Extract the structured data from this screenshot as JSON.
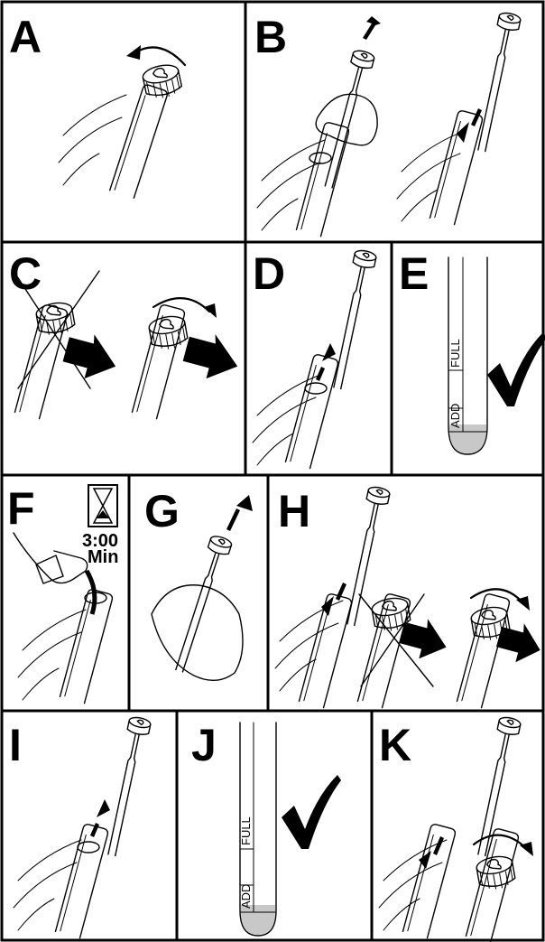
{
  "panels": {
    "a": {
      "letter": "A"
    },
    "b": {
      "letter": "B"
    },
    "c": {
      "letter": "C"
    },
    "d": {
      "letter": "D"
    },
    "e": {
      "letter": "E"
    },
    "f": {
      "letter": "F",
      "time": "3:00",
      "unit": "Min"
    },
    "g": {
      "letter": "G"
    },
    "h": {
      "letter": "H"
    },
    "i": {
      "letter": "I"
    },
    "j": {
      "letter": "J"
    },
    "k": {
      "letter": "K"
    }
  },
  "dipstick": {
    "add": "ADD",
    "full": "FULL"
  },
  "icons": [
    "rotate-ccw-arrow-icon",
    "rotate-cw-arrow-icon",
    "up-arrow-icon",
    "down-arrow-icon",
    "pointer-arrow-icon",
    "checkmark-icon",
    "hourglass-icon",
    "cross-out-icon"
  ],
  "colors": {
    "line": "#000000",
    "background": "#ffffff",
    "oil": "#c8c8c8"
  }
}
